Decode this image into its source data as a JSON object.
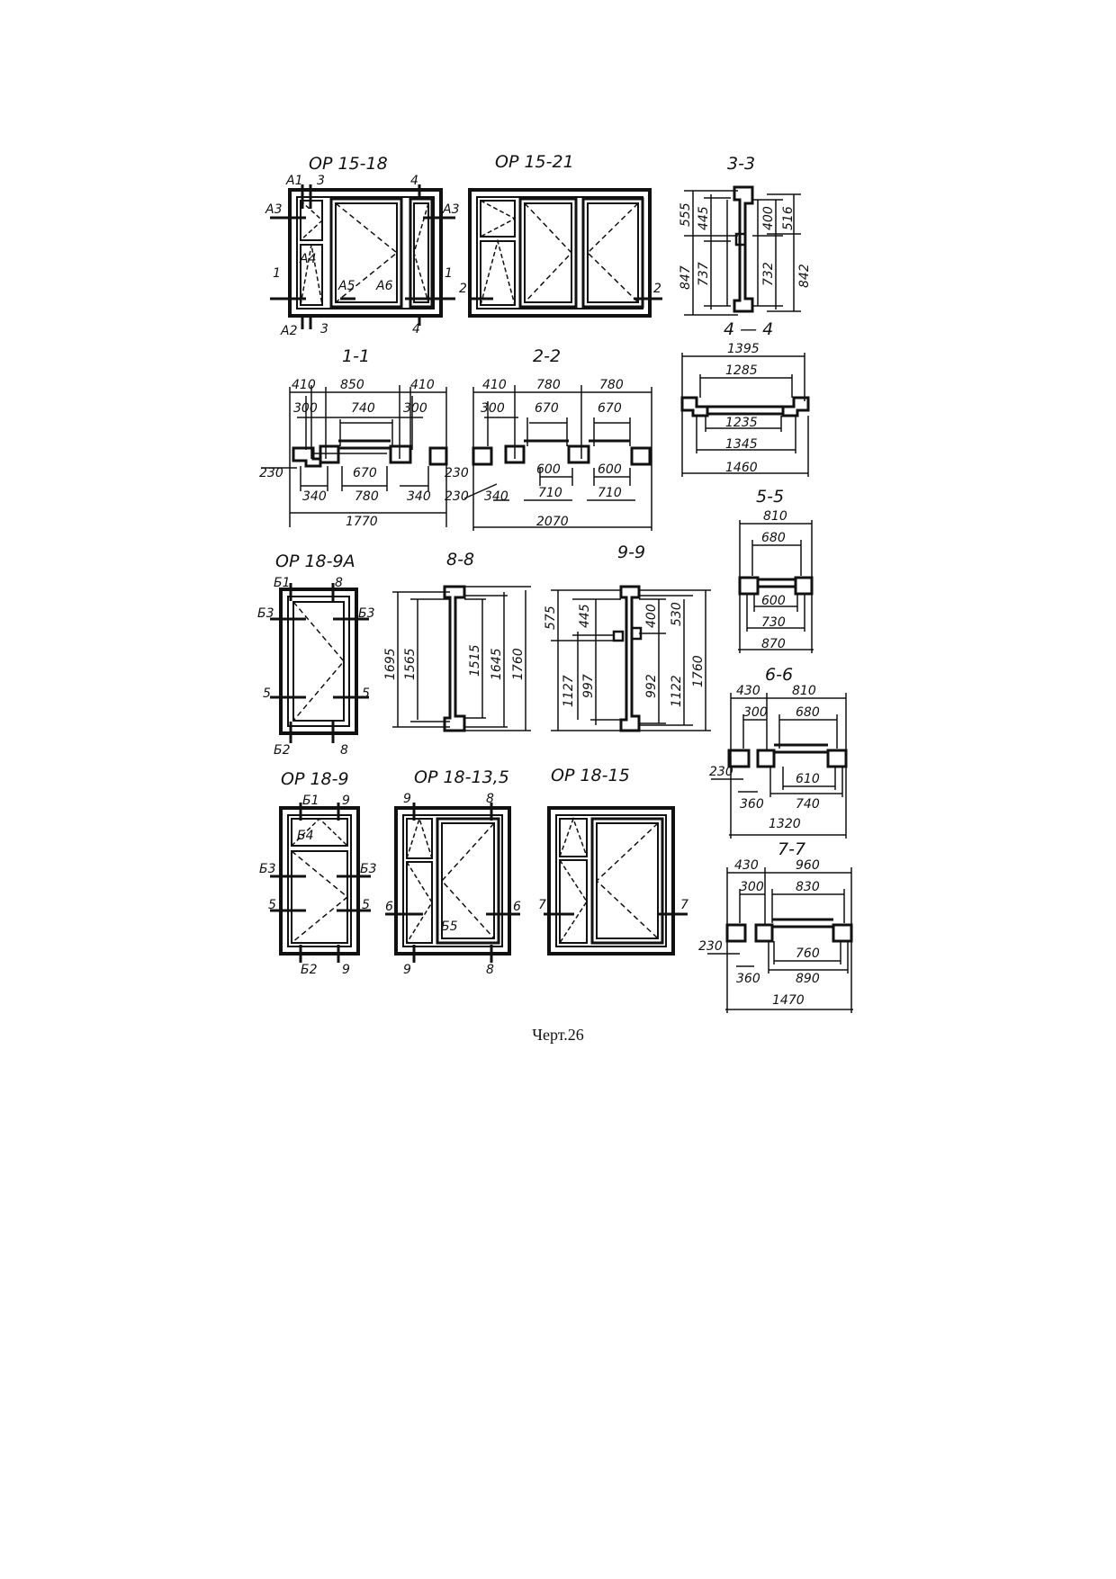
{
  "drawing": {
    "caption": "Черт.26",
    "titles": {
      "op15_18": "ОР 15-18",
      "op15_21": "ОР 15-21",
      "s33": "3-3",
      "s44": "4 — 4",
      "s11": "1-1",
      "s22": "2-2",
      "s55": "5-5",
      "op18_9a": "ОР 18-9А",
      "s88": "8-8",
      "s99": "9-9",
      "s66": "6-6",
      "op18_9": "ОР 18-9",
      "op18_135": "ОР 18-13,5",
      "op18_15": "ОР 18-15",
      "s77": "7-7"
    },
    "marks": {
      "A1": "A1",
      "A2": "A2",
      "A3": "A3",
      "A4": "A4",
      "A5": "A5",
      "A6": "A6",
      "B1": "Б1",
      "B2": "Б2",
      "B3": "Б3",
      "B4": "Б4",
      "B5": "Б5",
      "n1": "1",
      "n2": "2",
      "n3": "3",
      "n4": "4",
      "n5": "5",
      "n6": "6",
      "n7": "7",
      "n8": "8",
      "n9": "9"
    },
    "dims": {
      "s33": [
        "555",
        "445",
        "400",
        "516",
        "847",
        "737",
        "732",
        "842"
      ],
      "s44": [
        "1395",
        "1285",
        "1235",
        "1345",
        "1460"
      ],
      "s11": [
        "410",
        "850",
        "410",
        "300",
        "740",
        "300",
        "230",
        "670",
        "340",
        "780",
        "340",
        "1770"
      ],
      "s22": [
        "410",
        "780",
        "780",
        "300",
        "670",
        "670",
        "230",
        "230",
        "600",
        "600",
        "340",
        "710",
        "710",
        "2070"
      ],
      "s55": [
        "810",
        "680",
        "600",
        "730",
        "870"
      ],
      "s88": [
        "1695",
        "1565",
        "1515",
        "1645",
        "1760"
      ],
      "s99": [
        "575",
        "445",
        "400",
        "530",
        "1127",
        "997",
        "992",
        "1122",
        "1760"
      ],
      "s66": [
        "430",
        "810",
        "300",
        "680",
        "230",
        "610",
        "360",
        "740",
        "1320"
      ],
      "s77": [
        "430",
        "960",
        "300",
        "830",
        "230",
        "760",
        "360",
        "890",
        "1470"
      ]
    }
  }
}
